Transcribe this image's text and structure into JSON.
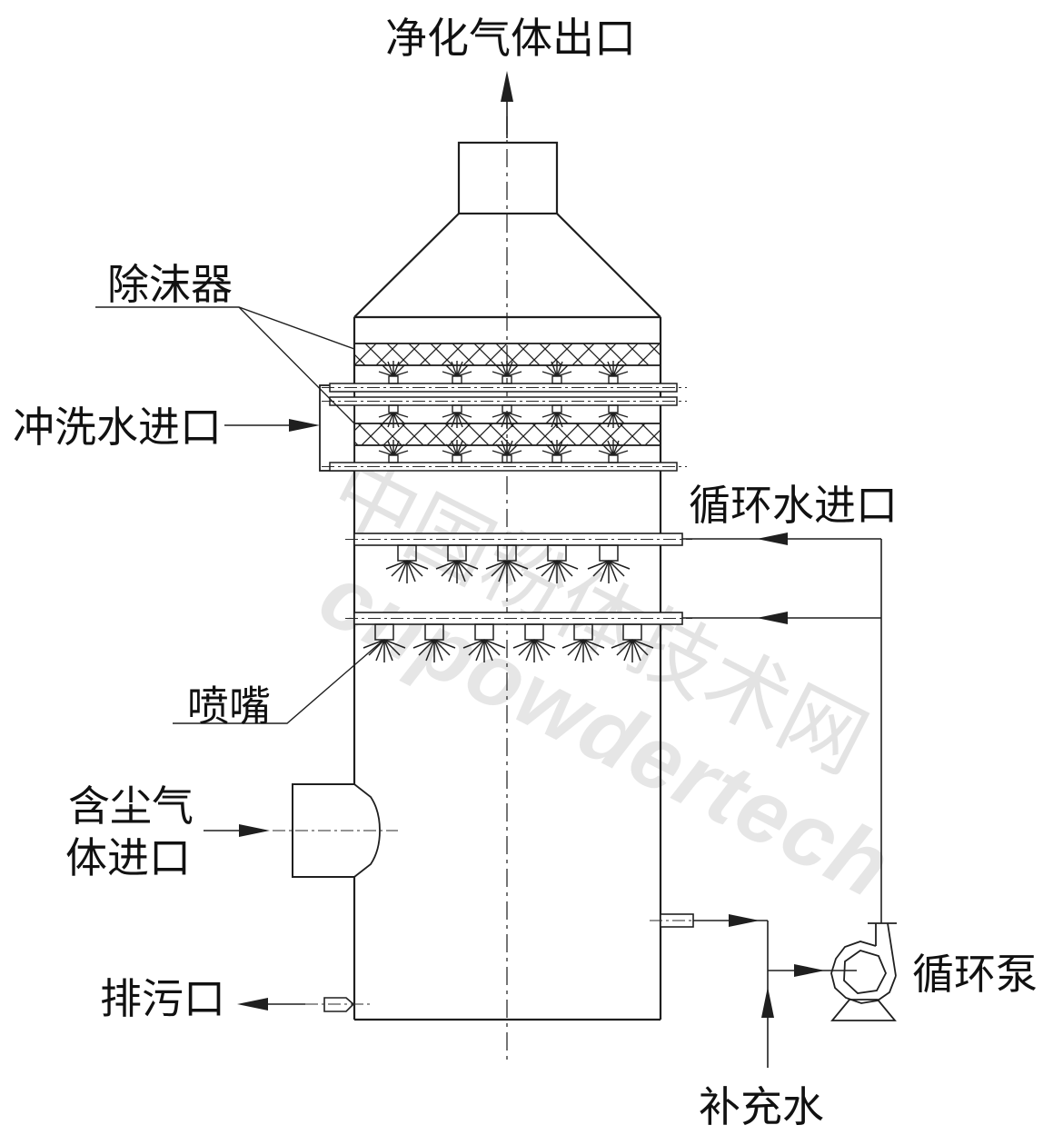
{
  "diagram": {
    "labels": {
      "purified_gas_outlet": "净化气体出口",
      "demister": "除沫器",
      "flushing_water_inlet": "冲洗水进口",
      "circulating_water_inlet": "循环水进口",
      "nozzle": "喷嘴",
      "dusty_gas_inlet_line1": "含尘气",
      "dusty_gas_inlet_line2": "体进口",
      "drain_outlet": "排污口",
      "circulating_pump": "循环泵",
      "makeup_water": "补充水"
    },
    "watermark": {
      "line1": "中国粉体技术网",
      "line2": "cnpowdertech"
    },
    "colors": {
      "line": "#1f1f1f",
      "background": "#ffffff",
      "watermark": "#c9c9c9"
    }
  }
}
